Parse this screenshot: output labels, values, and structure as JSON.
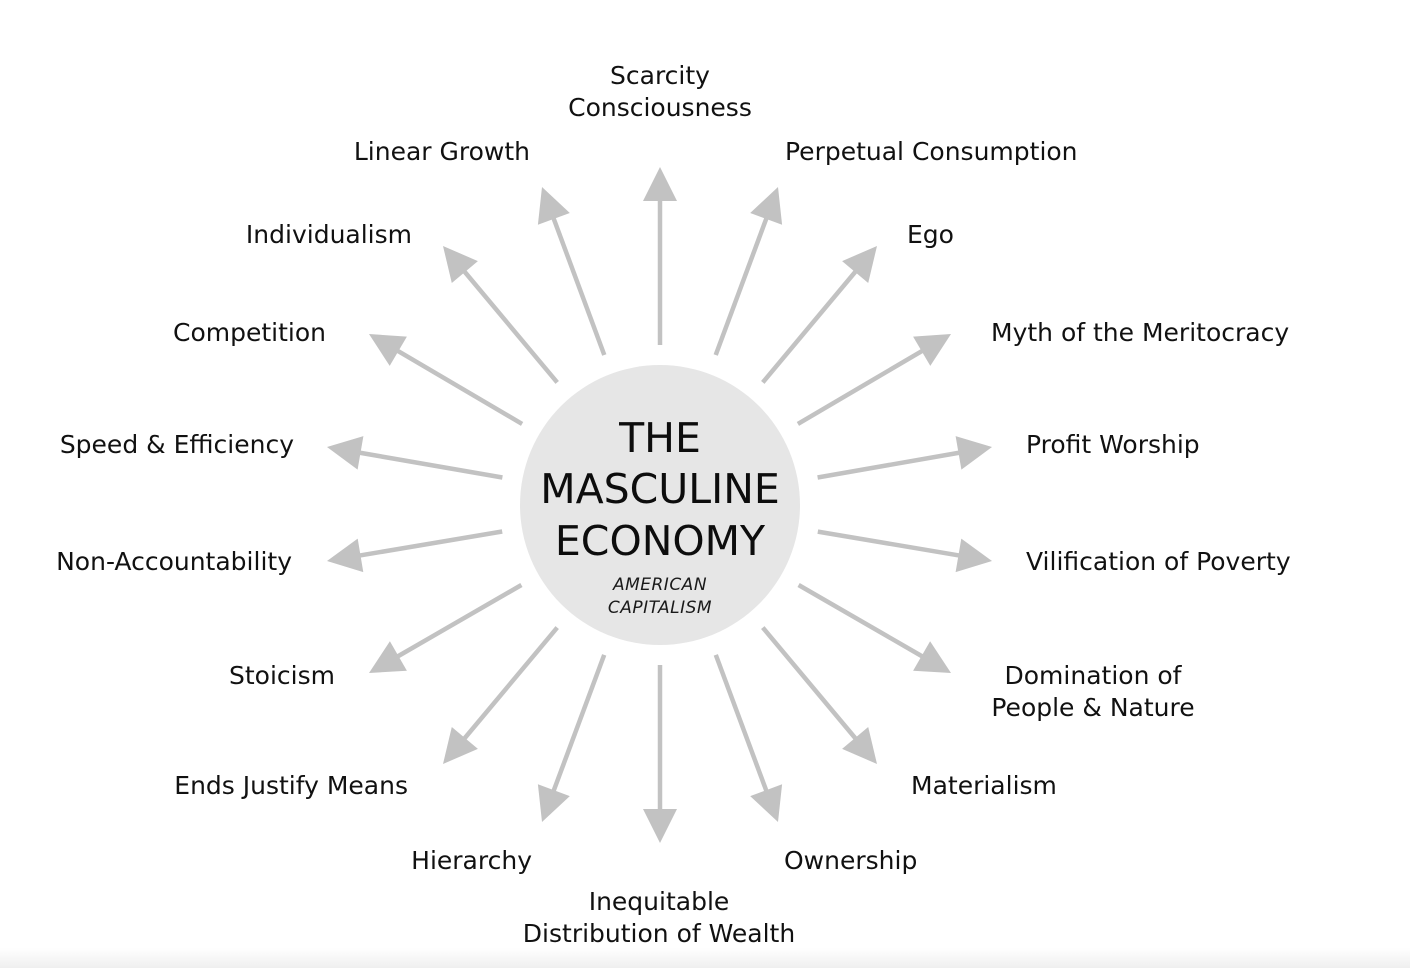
{
  "center": {
    "title_lines": [
      "THE",
      "MASCULINE",
      "ECONOMY"
    ],
    "subtitle_lines": [
      "AMERICAN",
      "CAPITALISM"
    ]
  },
  "spokes": [
    {
      "lines": [
        "Scarcity",
        "Consciousness"
      ]
    },
    {
      "lines": [
        "Perpetual Consumption"
      ]
    },
    {
      "lines": [
        "Ego"
      ]
    },
    {
      "lines": [
        "Myth of the Meritocracy"
      ]
    },
    {
      "lines": [
        "Profit Worship"
      ]
    },
    {
      "lines": [
        "Vilification of Poverty"
      ]
    },
    {
      "lines": [
        "Domination of",
        "People & Nature"
      ]
    },
    {
      "lines": [
        "Materialism"
      ]
    },
    {
      "lines": [
        "Ownership"
      ]
    },
    {
      "lines": [
        "Inequitable",
        "Distribution of Wealth"
      ]
    },
    {
      "lines": [
        "Hierarchy"
      ]
    },
    {
      "lines": [
        "Ends Justify Means"
      ]
    },
    {
      "lines": [
        "Stoicism"
      ]
    },
    {
      "lines": [
        "Non-Accountability"
      ]
    },
    {
      "lines": [
        "Speed & Efficiency"
      ]
    },
    {
      "lines": [
        "Competition"
      ]
    },
    {
      "lines": [
        "Individualism"
      ]
    },
    {
      "lines": [
        "Linear Growth"
      ]
    }
  ],
  "colors": {
    "arrow": "#c2c2c2",
    "circle": "#e6e6e6",
    "text": "#111111"
  }
}
